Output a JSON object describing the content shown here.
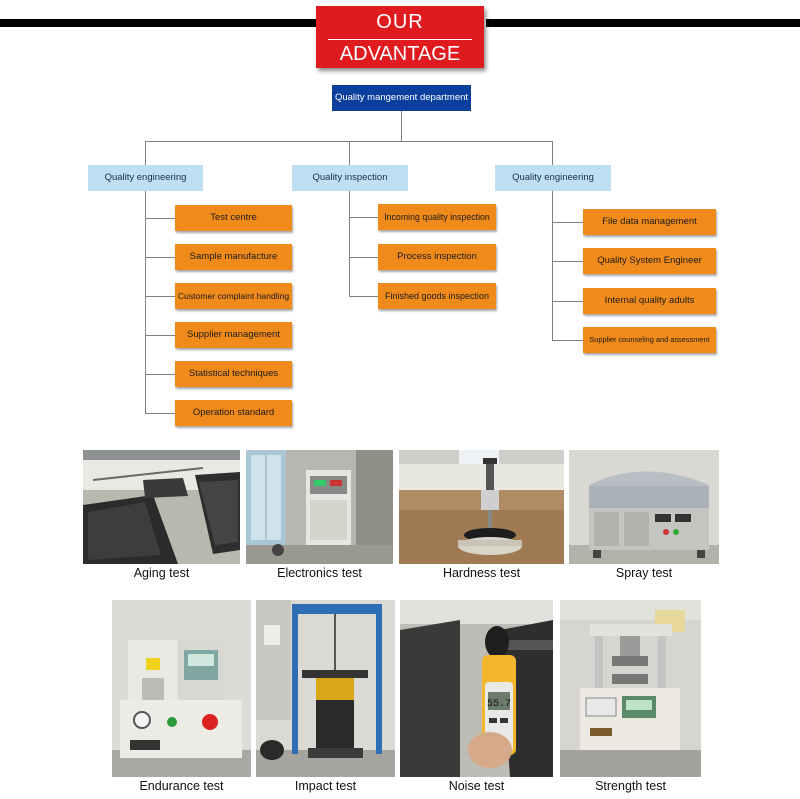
{
  "banner": {
    "line1": "OUR",
    "line2": "ADVANTAGE",
    "color": "#e01b20"
  },
  "org": {
    "root": "Quality mangement department",
    "departments": [
      {
        "title": "Quality engineering",
        "items": [
          "Test centre",
          "Sample manufacture",
          "Customer complaint handling",
          "Supplier management",
          "Statistical techniques",
          "Operation standard"
        ]
      },
      {
        "title": "Quality inspection",
        "items": [
          "Incoming quality inspection",
          "Process inspection",
          "Finished goods inspection"
        ]
      },
      {
        "title": "Quality engineering",
        "items": [
          "File data management",
          "Quality System Engineer",
          "Internal quality adults",
          "Supplier counseling and assessment"
        ]
      }
    ],
    "colors": {
      "root": "#0b3f9e",
      "department": "#bfe0f4",
      "item": "#f08a1a"
    }
  },
  "tests": [
    {
      "caption": "Aging test",
      "icon": "aging-test-photo"
    },
    {
      "caption": "Electronics test",
      "icon": "electronics-test-photo"
    },
    {
      "caption": "Hardness test",
      "icon": "hardness-test-photo"
    },
    {
      "caption": "Spray test",
      "icon": "spray-test-photo"
    },
    {
      "caption": "Endurance test",
      "icon": "endurance-test-photo"
    },
    {
      "caption": "Impact test",
      "icon": "impact-test-photo"
    },
    {
      "caption": "Noise test",
      "icon": "noise-test-photo"
    },
    {
      "caption": "Strength test",
      "icon": "strength-test-photo"
    }
  ]
}
